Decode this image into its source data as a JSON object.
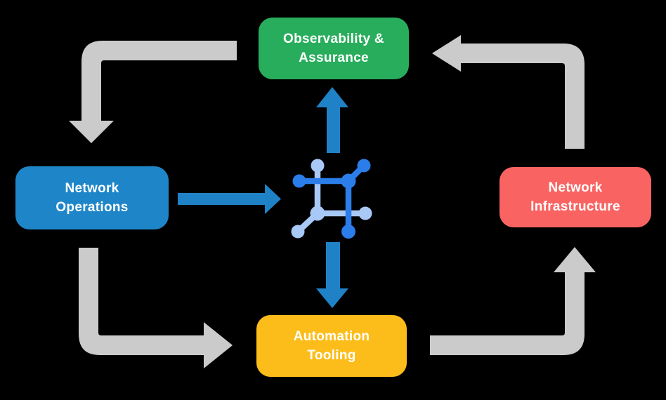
{
  "background": "#000000",
  "nodes": [
    {
      "id": "observability-assurance",
      "lines": [
        "Observability &",
        "Assurance"
      ],
      "color": "#28ad5c",
      "text_color": "#ffffff"
    },
    {
      "id": "network-operations",
      "lines": [
        "Network",
        "Operations"
      ],
      "color": "#1e86c8",
      "text_color": "#ffffff"
    },
    {
      "id": "network-infrastructure",
      "lines": [
        "Network",
        "Infrastructure"
      ],
      "color": "#f96462",
      "text_color": "#ffffff"
    },
    {
      "id": "automation-tooling",
      "lines": [
        "Automation",
        "Tooling"
      ],
      "color": "#fcbd1b",
      "text_color": "#ffffff"
    }
  ],
  "center_icon": {
    "name": "network-node-icon",
    "dark_color": "#2b7de9",
    "light_color": "#a8c8f6"
  },
  "arrows": {
    "gray_color": "#cbcbcb",
    "blue_color": "#1f82c6",
    "blue": [
      {
        "from": "network-operations",
        "to": "center-icon",
        "direction": "right"
      },
      {
        "from": "center-icon",
        "to": "observability-assurance",
        "direction": "up"
      },
      {
        "from": "center-icon",
        "to": "automation-tooling",
        "direction": "down"
      }
    ],
    "gray": [
      {
        "from": "observability-assurance",
        "to": "network-operations",
        "direction": "down"
      },
      {
        "from": "network-operations",
        "to": "automation-tooling",
        "direction": "right"
      },
      {
        "from": "automation-tooling",
        "to": "network-infrastructure",
        "direction": "up"
      },
      {
        "from": "network-infrastructure",
        "to": "observability-assurance",
        "direction": "left"
      }
    ]
  }
}
